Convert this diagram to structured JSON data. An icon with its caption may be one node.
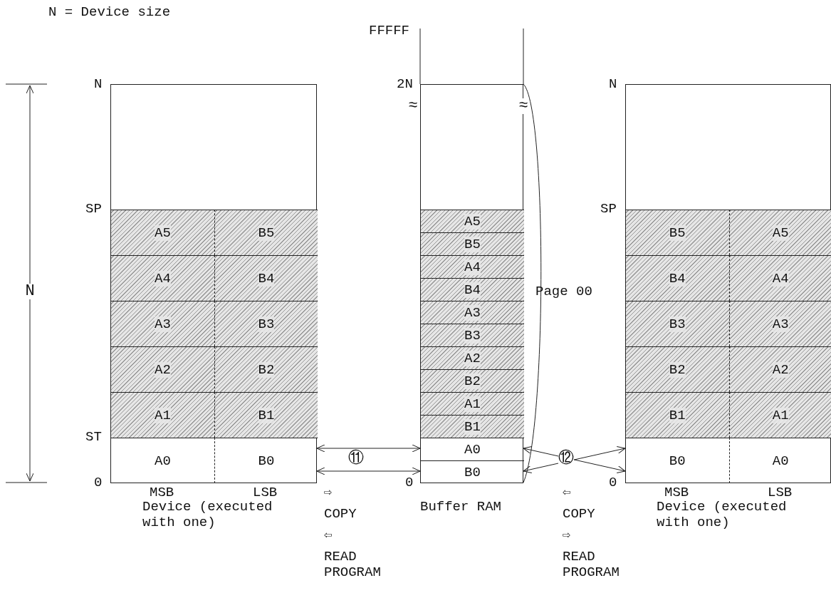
{
  "diagram": {
    "nodes": [
      {
        "text": [
          "Device (executed with one)"
        ]
      },
      {
        "text": [
          "A5"
        ],
        "in": 0
      },
      {
        "text": [
          "B5"
        ],
        "in": 0
      },
      {
        "text": [
          "A4"
        ],
        "in": 0
      },
      {
        "text": [
          "B4"
        ],
        "in": 0
      },
      {
        "text": [
          "A3"
        ],
        "in": 0
      },
      {
        "text": [
          "B3"
        ],
        "in": 0
      },
      {
        "text": [
          "A2"
        ],
        "in": 0
      },
      {
        "text": [
          "B2"
        ],
        "in": 0
      },
      {
        "text": [
          "A1"
        ],
        "in": 0
      },
      {
        "text": [
          "B1"
        ],
        "in": 0
      },
      {
        "text": [
          "A0"
        ],
        "in": 0
      },
      {
        "text": [
          "B0"
        ],
        "in": 0
      },
      {
        "text": [
          "Buffer RAM"
        ]
      },
      {
        "text": [
          "A5"
        ],
        "in": 13
      },
      {
        "text": [
          "B5"
        ],
        "in": 13
      },
      {
        "text": [
          "A4"
        ],
        "in": 13
      },
      {
        "text": [
          "B4"
        ],
        "in": 13
      },
      {
        "text": [
          "A3"
        ],
        "in": 13
      },
      {
        "text": [
          "B3"
        ],
        "in": 13
      },
      {
        "text": [
          "A2"
        ],
        "in": 13
      },
      {
        "text": [
          "B2"
        ],
        "in": 13
      },
      {
        "text": [
          "A1"
        ],
        "in": 13
      },
      {
        "text": [
          "B1"
        ],
        "in": 13
      },
      {
        "text": [
          "A0"
        ],
        "in": 13
      },
      {
        "text": [
          "B0"
        ],
        "in": 13
      },
      {
        "text": [
          "Device (executed with one)"
        ]
      },
      {
        "text": [
          "B5"
        ],
        "in": 26
      },
      {
        "text": [
          "A5"
        ],
        "in": 26
      },
      {
        "text": [
          "B4"
        ],
        "in": 26
      },
      {
        "text": [
          "A4"
        ],
        "in": 26
      },
      {
        "text": [
          "B3"
        ],
        "in": 26
      },
      {
        "text": [
          "A3"
        ],
        "in": 26
      },
      {
        "text": [
          "B2"
        ],
        "in": 26
      },
      {
        "text": [
          "A2"
        ],
        "in": 26
      },
      {
        "text": [
          "B1"
        ],
        "in": 26
      },
      {
        "text": [
          "A1"
        ],
        "in": 26
      },
      {
        "text": [
          "B0"
        ],
        "in": 26
      },
      {
        "text": [
          "A0"
        ],
        "in": 26
      }
    ],
    "edges": [
      {
        "from": 12,
        "to": 24,
        "arrow": "both"
      },
      {
        "from": 12,
        "to": 25,
        "arrow": "both"
      },
      {
        "from": 24,
        "to": 37,
        "arrow": "both"
      },
      {
        "from": 25,
        "to": 37,
        "arrow": "both"
      }
    ],
    "labels": [
      "N = Device size",
      "FFFFF",
      "N",
      "2N",
      "N",
      "≈",
      "≈",
      "SP",
      "SP",
      "N",
      "Page 00",
      "ST",
      "⑪",
      "⑫",
      "0",
      "0",
      "0",
      "MSB",
      "LSB",
      "⇨",
      "⇦",
      "MSB",
      "LSB",
      "COPY",
      "COPY",
      "⇦",
      "⇨",
      "READ PROGRAM",
      "READ PROGRAM"
    ]
  }
}
